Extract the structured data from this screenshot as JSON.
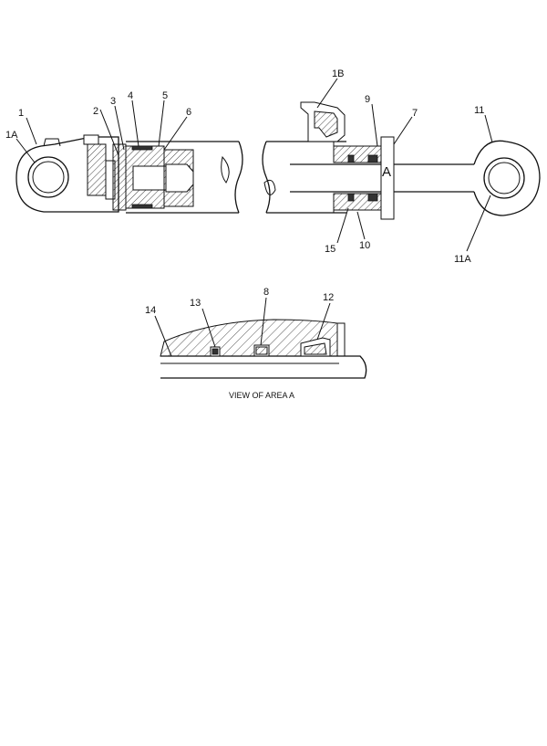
{
  "callouts": {
    "c1": "1",
    "c1a": "1A",
    "c1b": "1B",
    "c2": "2",
    "c3": "3",
    "c4": "4",
    "c5": "5",
    "c6": "6",
    "c7": "7",
    "c8": "8",
    "c9": "9",
    "c10": "10",
    "c11": "11",
    "c11a": "11A",
    "c12": "12",
    "c13": "13",
    "c14": "14",
    "c15": "15"
  },
  "area_marker": "A",
  "detail_caption": "VIEW OF AREA A"
}
